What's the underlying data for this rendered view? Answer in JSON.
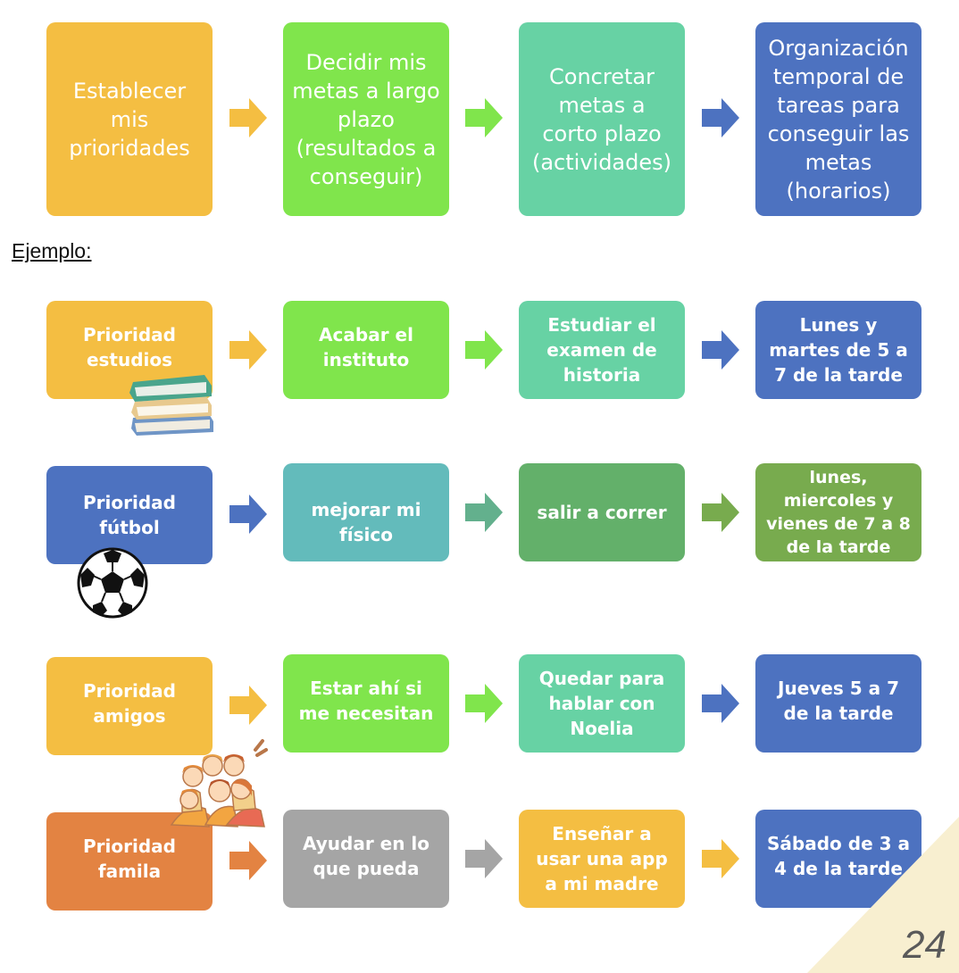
{
  "colors": {
    "yellow": "#f4be42",
    "green": "#80e54c",
    "mint": "#67d2a4",
    "blue": "#4d72c0",
    "teal": "#63bbbb",
    "dark_green": "#63b06a",
    "olive": "#78ab4e",
    "orange": "#e38342",
    "gray": "#a5a5a5"
  },
  "header_row": [
    "Establecer mis prioridades",
    "Decidir mis metas a largo plazo (resultados a conseguir)",
    "Concretar metas a corto plazo (actividades)",
    "Organización temporal de tareas para conseguir las metas (horarios)"
  ],
  "example_label": "Ejemplo:",
  "rows": [
    [
      "Prioridad estudios",
      "Acabar el instituto",
      "Estudiar el examen de historia",
      "Lunes y martes de 5 a 7 de la tarde"
    ],
    [
      "Prioridad fútbol",
      "mejorar mi físico",
      "salir a correr",
      "lunes, miercoles y vienes de 7 a 8 de la tarde"
    ],
    [
      "Prioridad amigos",
      "Estar ahí si me necesitan",
      "Quedar para hablar con Noelia",
      "Jueves 5 a 7 de la tarde"
    ],
    [
      "Prioridad famila",
      "Ayudar en lo que pueda",
      "Enseñar a usar una app a mi madre",
      "Sábado de 3 a 4 de la tarde"
    ]
  ],
  "page_number": "24",
  "icons": [
    "books-icon",
    "soccer-ball-icon",
    "friends-group-icon"
  ]
}
